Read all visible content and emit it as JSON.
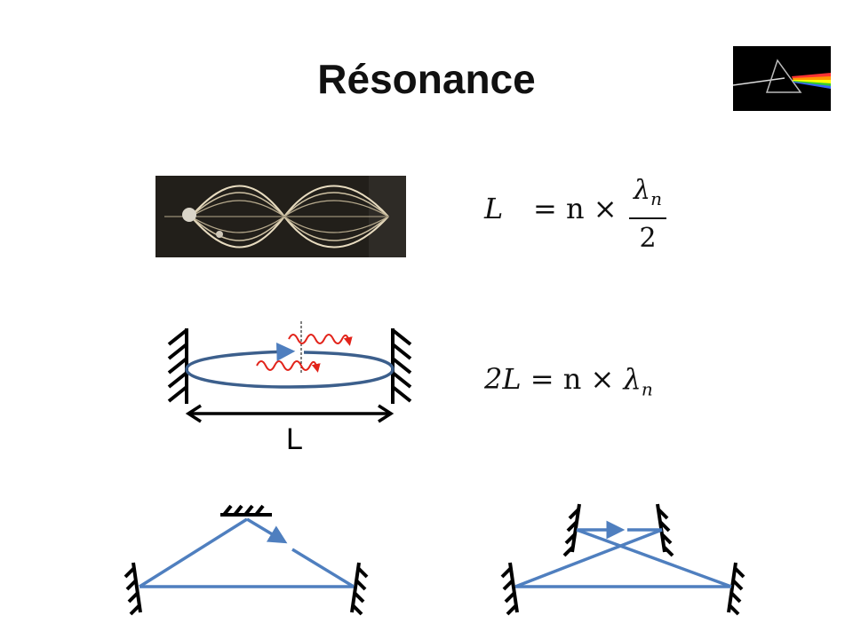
{
  "title": "Résonance",
  "equations": {
    "standing_wave": {
      "lhs": "L",
      "relation": "= n ×",
      "fraction_num": "λ",
      "fraction_num_sub": "n",
      "fraction_den": "2"
    },
    "ring": {
      "lhs": "2L",
      "relation": "= n ×",
      "rhs": "λ",
      "rhs_sub": "n"
    }
  },
  "diagram": {
    "length_label": "L"
  },
  "colors": {
    "beam": "#4f7fbf",
    "ring": "#3c5f8c",
    "wave": "#e2231a",
    "mirror": "#000000"
  },
  "icons": {
    "logo": "prism-spectrum-logo",
    "photo": "vibrating-string-photo"
  }
}
